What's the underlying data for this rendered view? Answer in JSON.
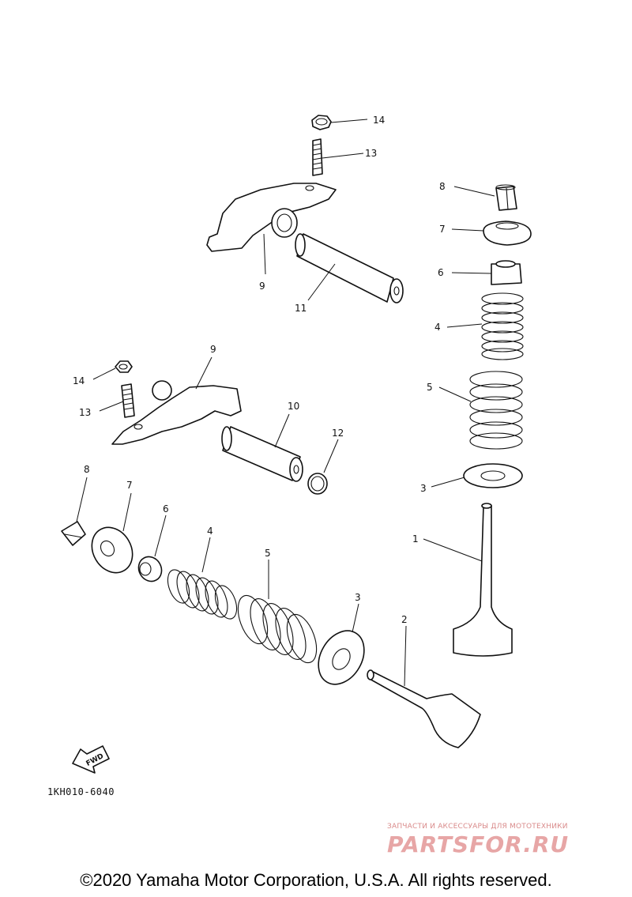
{
  "callouts": {
    "upper_nut": "14",
    "upper_screw": "13",
    "upper_rocker_arm": "9",
    "upper_shaft": "11",
    "lower_rocker_arm": "9",
    "lower_nut": "14",
    "lower_screw": "13",
    "lower_shaft": "10",
    "lower_o_ring": "12",
    "right_cotter": "8",
    "right_retainer": "7",
    "right_seal": "6",
    "right_inner_spring": "4",
    "right_outer_spring": "5",
    "right_seat": "3",
    "right_valve": "1",
    "left_cotter": "8",
    "left_retainer": "7",
    "left_seal": "6",
    "left_inner_spring": "4",
    "left_outer_spring": "5",
    "left_seat": "3",
    "left_valve": "2"
  },
  "fwd_label": "FWD",
  "diagram_code": "1KH010-6040",
  "watermark": {
    "tagline": "ЗАПЧАСТИ И АКСЕССУАРЫ ДЛЯ МОТОТЕХНИКИ",
    "logo_text": "PARTSFOR.RU"
  },
  "copyright": "©2020 Yamaha Motor Corporation, U.S.A. All rights reserved."
}
